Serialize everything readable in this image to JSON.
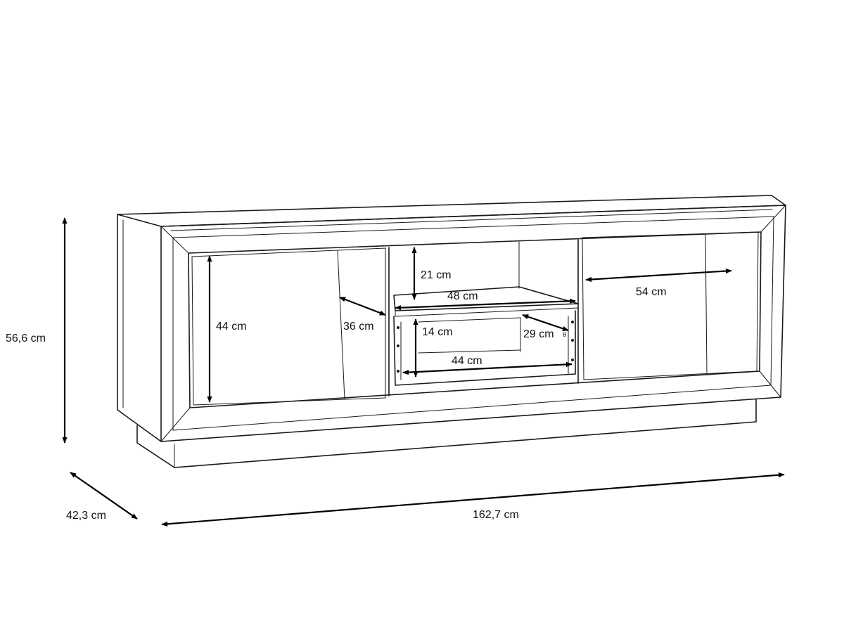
{
  "dimensions": {
    "height": "56,6 cm",
    "depth": "42,3 cm",
    "width": "162,7 cm",
    "left_compartment_height": "44 cm",
    "left_compartment_depth": "36 cm",
    "upper_shelf_height": "21 cm",
    "upper_shelf_width": "48 cm",
    "lower_shelf_height": "14 cm",
    "lower_shelf_width": "44 cm",
    "lower_shelf_depth": "29 cm",
    "right_compartment_width": "54 cm"
  },
  "hinge_mark": "θ",
  "colors": {
    "line": "#1a1a1a",
    "background": "#ffffff"
  }
}
